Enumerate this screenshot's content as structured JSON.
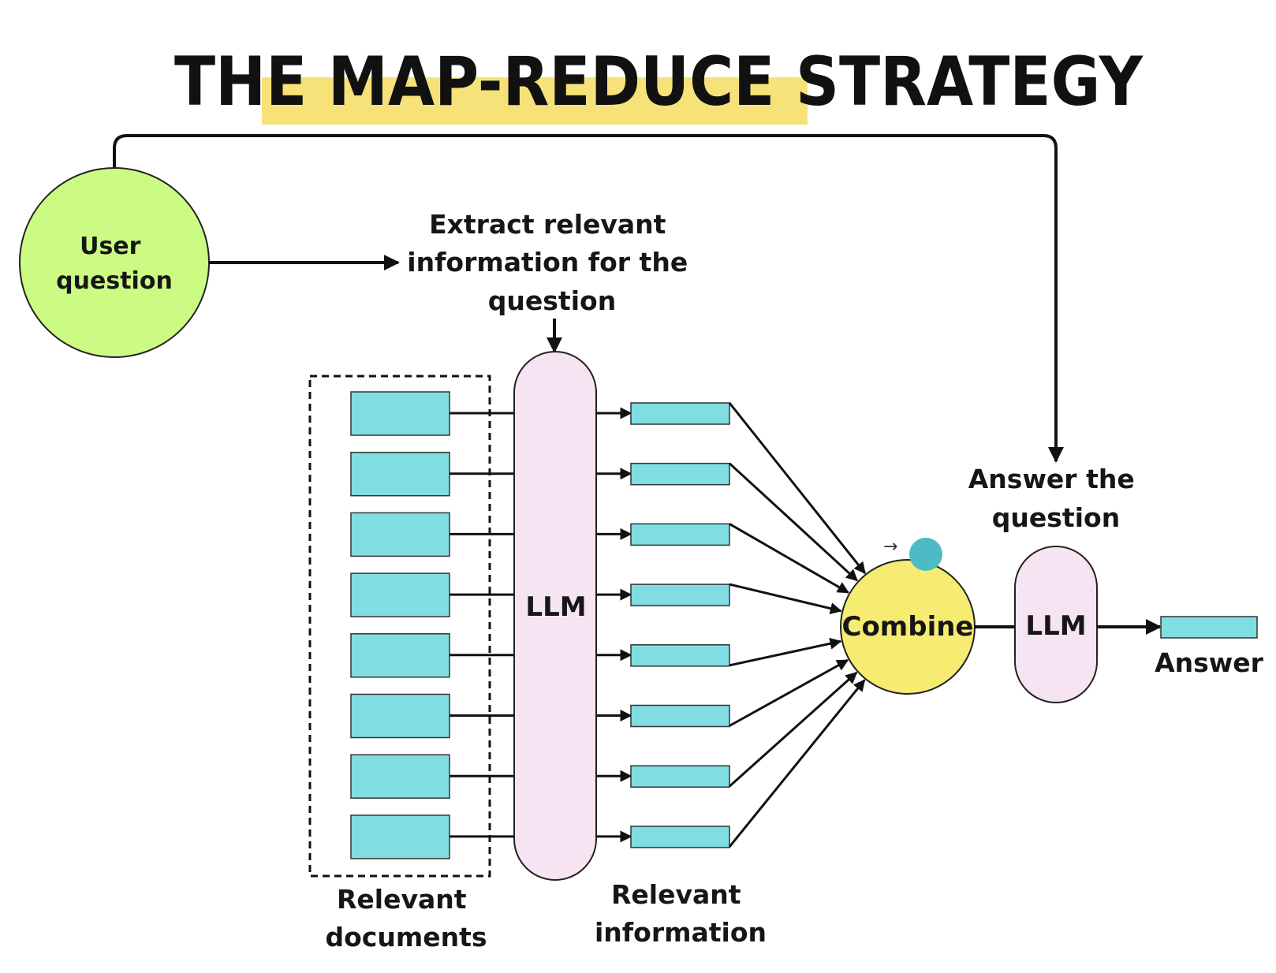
{
  "title": "THE MAP-REDUCE STRATEGY",
  "nodes": {
    "user_question": [
      "User",
      "question"
    ],
    "extract_step": [
      "Extract relevant",
      "information for the",
      "question"
    ],
    "map_llm": "LLM",
    "combine": "Combine",
    "answer_step": [
      "Answer the",
      "question"
    ],
    "reduce_llm": "LLM",
    "answer": "Answer",
    "relevant_documents": [
      "Relevant",
      "documents"
    ],
    "relevant_information": [
      "Relevant",
      "information"
    ]
  },
  "document_count": 8,
  "colors": {
    "title_highlight": "#f7e27a",
    "user_question_fill": "#ccfb84",
    "llm_fill": "#f6e4f2",
    "block_fill": "#80dde2",
    "combine_fill": "#f7ec72",
    "cursor_dot": "#4cbbc4",
    "line": "#111111"
  }
}
